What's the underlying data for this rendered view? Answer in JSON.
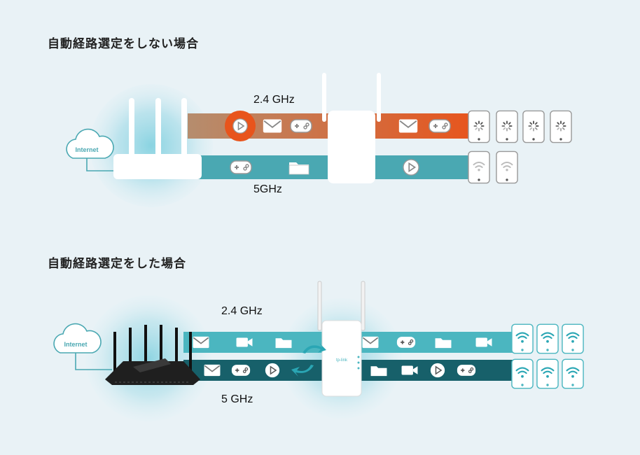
{
  "section_without": {
    "title": "自動経路選定をしない場合",
    "cloud_label": "Internet",
    "band_24_label": "2.4 GHz",
    "band_5_label": "5GHz",
    "colors": {
      "band_24": "#e8541c",
      "band_5": "#4aa8b2",
      "router": "#ffffff"
    },
    "band_24_icons": [
      "play-icon",
      "mail-icon",
      "gamepad-icon",
      "mail-icon",
      "gamepad-icon"
    ],
    "band_5_icons": [
      "gamepad-icon",
      "folder-icon",
      "play-icon"
    ],
    "band_24_devices": [
      "loading-icon",
      "loading-icon",
      "loading-icon",
      "loading-icon"
    ],
    "band_5_devices": [
      "wifi-icon",
      "wifi-icon"
    ]
  },
  "section_with": {
    "title": "自動経路選定をした場合",
    "cloud_label": "Internet",
    "band_24_label": "2.4 GHz",
    "band_5_label": "5 GHz",
    "colors": {
      "band_24": "#4bb6c0",
      "band_5": "#17606a",
      "router": "#1f1f1f"
    },
    "extender_brand": "tp-link",
    "band_24_icons": [
      "mail-icon",
      "camera-icon",
      "folder-icon",
      "mail-icon",
      "gamepad-icon",
      "folder-icon",
      "camera-icon"
    ],
    "band_5_icons": [
      "mail-icon",
      "gamepad-icon",
      "play-icon",
      "folder-icon",
      "camera-icon",
      "play-icon",
      "gamepad-icon"
    ],
    "band_24_devices": [
      "wifi-icon",
      "wifi-icon",
      "wifi-icon"
    ],
    "band_5_devices": [
      "wifi-icon",
      "wifi-icon",
      "wifi-icon"
    ]
  }
}
